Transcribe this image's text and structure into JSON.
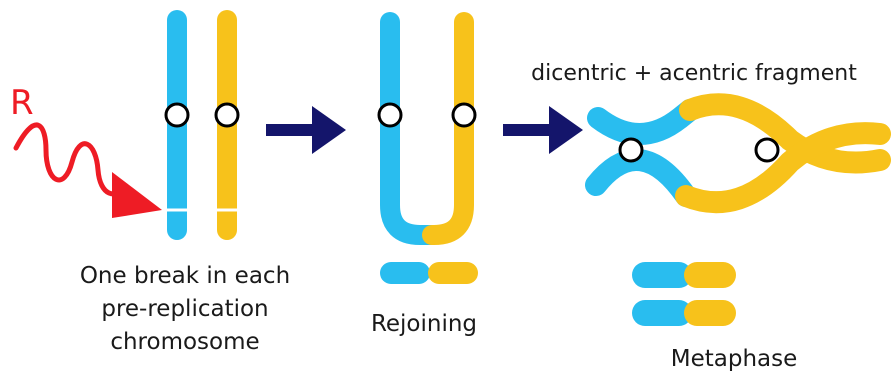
{
  "labels": {
    "radiation": "R",
    "step1": [
      "One break in each",
      "pre-replication",
      "chromosome"
    ],
    "step2": "Rejoining",
    "step3_top": "dicentric + acentric fragment",
    "step3_bottom": "Metaphase"
  },
  "colors": {
    "chromosome_a": "#29bdef",
    "chromosome_b": "#f7c21b",
    "arrow": "#14156b",
    "radiation": "#ee1c25",
    "centromere_fill": "#ffffff",
    "centromere_stroke": "#000000"
  },
  "icons": {
    "radiation_arrow": "wavy-arrow-icon",
    "step_arrow": "right-arrow-icon",
    "centromere": "circle-icon"
  }
}
